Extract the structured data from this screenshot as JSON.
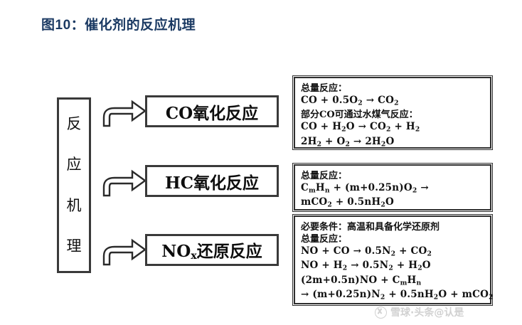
{
  "figure": {
    "title": "图10：催化剂的反应机理",
    "title_color": "#1b3a63"
  },
  "mechanism_box": {
    "label": "反应机理",
    "chars": [
      "反",
      "应",
      "机",
      "理"
    ]
  },
  "stages": [
    {
      "label_html": "CO氧化反应",
      "arrow_icon": "curved-arrow-icon"
    },
    {
      "label_html": "HC氧化反应",
      "arrow_icon": "curved-arrow-icon"
    },
    {
      "label_html": "NO<sub>x</sub>还原反应",
      "arrow_icon": "curved-arrow-icon"
    }
  ],
  "detail_panels": [
    {
      "lines": [
        {
          "type": "cjk",
          "html": "总量反应："
        },
        {
          "type": "formula",
          "html": "CO + 0.5O<sub>2</sub> → CO<sub>2</sub>"
        },
        {
          "type": "cjk",
          "html": "部分CO可通过水煤气反应："
        },
        {
          "type": "formula",
          "html": "CO + H<sub>2</sub>O → CO<sub>2</sub> + H<sub>2</sub>"
        },
        {
          "type": "formula",
          "html": "2H<sub>2</sub> + O<sub>2</sub> → 2H<sub>2</sub>O"
        }
      ]
    },
    {
      "lines": [
        {
          "type": "cjk",
          "html": "总量反应："
        },
        {
          "type": "formula",
          "html": "C<sub>m</sub>H<sub>n</sub> + (m+0.25n)O<sub>2</sub> →"
        },
        {
          "type": "formula",
          "html": "mCO<sub>2</sub> + 0.5nH<sub>2</sub>O"
        }
      ]
    },
    {
      "lines": [
        {
          "type": "cjk",
          "html": "必要条件：高温和具备化学还原剂"
        },
        {
          "type": "cjk",
          "html": "总量反应："
        },
        {
          "type": "formula",
          "html": "NO + CO → 0.5N<sub>2</sub> + CO<sub>2</sub>"
        },
        {
          "type": "formula",
          "html": "NO + H<sub>2</sub> → 0.5N<sub>2</sub> + H<sub>2</sub>O"
        },
        {
          "type": "formula",
          "html": "(2m+0.5n)NO + C<sub>m</sub>H<sub>n</sub>"
        },
        {
          "type": "formula",
          "html": "→ (m+0.25n)N<sub>2</sub> + 0.5nH<sub>2</sub>O + mCO<sub>2</sub>"
        }
      ]
    }
  ],
  "watermark": {
    "text": "雪球·头条@认是",
    "logo_icon": "xueqiu-logo-icon",
    "color": "#6a6a6a"
  }
}
